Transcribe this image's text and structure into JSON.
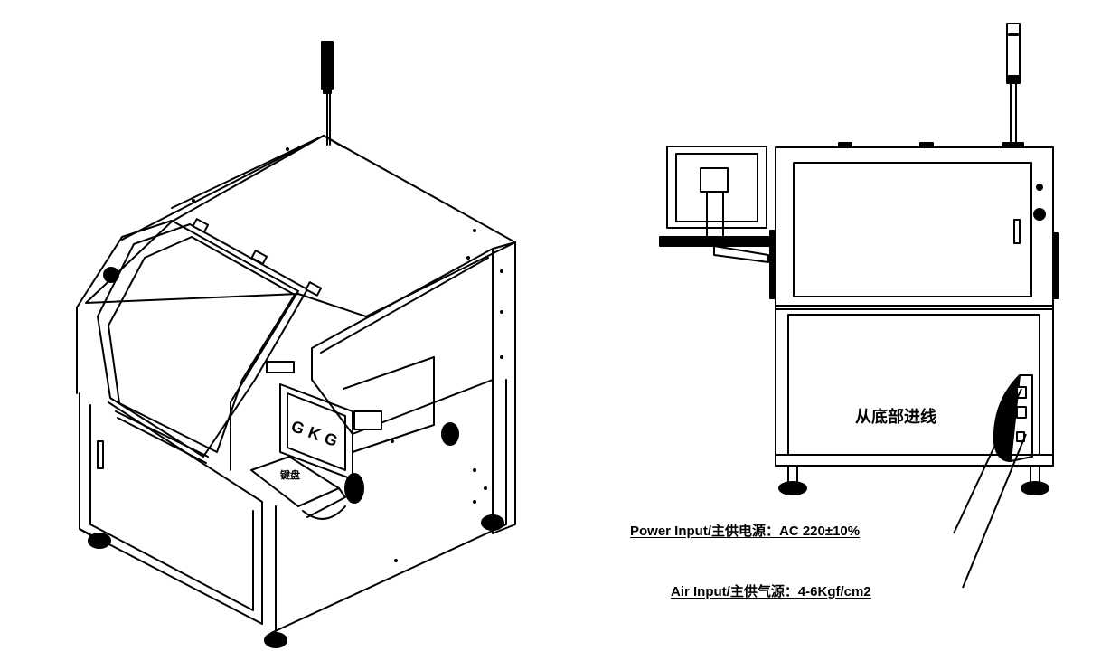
{
  "left_figure": {
    "logo_text": "GKG",
    "keyboard_label": "键盘"
  },
  "right_figure": {
    "cable_entry_label": "从底部进线"
  },
  "callouts": {
    "power_input": "Power Input/主供电源：AC 220±10%",
    "air_input": "Air Input/主供气源：4-6Kgf/cm2"
  }
}
